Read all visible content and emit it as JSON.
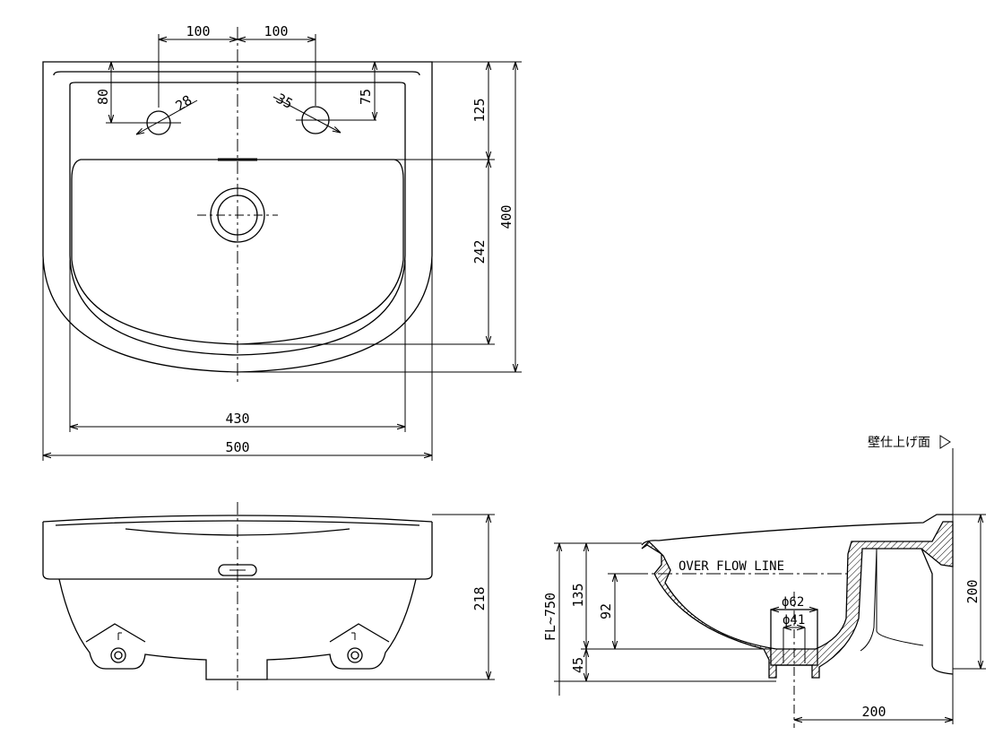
{
  "plan_view": {
    "dim_tap_left_offset": "100",
    "dim_tap_right_offset": "100",
    "dim_tap_left_depth": "80",
    "dim_tap_right_depth": "75",
    "dim_hole_left_dia": "28",
    "dim_hole_right_dia": "35",
    "dim_back_to_bowl": "125",
    "dim_bowl_depth": "242",
    "dim_total_depth": "400",
    "dim_bowl_width": "430",
    "dim_total_width": "500"
  },
  "front_view": {
    "dim_height": "218"
  },
  "section_view": {
    "wall_label": "壁仕上げ面",
    "overflow_label": "OVER FLOW LINE",
    "dim_outer_dia": "ϕ62",
    "dim_inner_dia": "ϕ41",
    "dim_floor": "FL~750",
    "dim_rim_to_outlet": "135",
    "dim_overflow_to_outlet": "92",
    "dim_outlet_height": "45",
    "dim_wall_height": "200",
    "dim_outlet_from_wall": "200"
  },
  "colors": {
    "line": "#000000",
    "background": "#ffffff"
  }
}
